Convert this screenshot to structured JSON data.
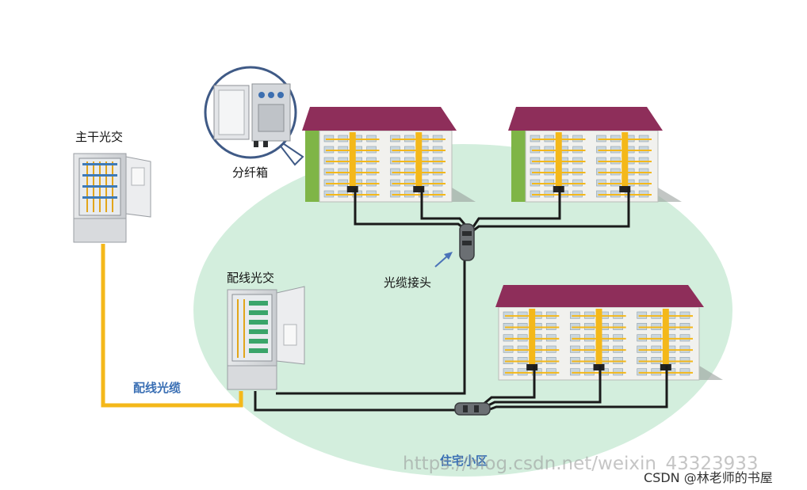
{
  "labels": {
    "main_cabinet": "主干光交",
    "splitter_box": "分纤箱",
    "distribution_cabinet": "配线光交",
    "splice_closure": "光缆接头",
    "distribution_cable": "配线光缆",
    "residential_area": "住宅小区"
  },
  "watermark": "https://blog.csdn.net/weixin_43323933",
  "credit": "CSDN @林老师的书屋",
  "colors": {
    "area": "#d3eedd",
    "roof": "#8e2e5a",
    "wall": "#f1f1ee",
    "side_wall": "#7fb547",
    "yellow_cable": "#f4b81a",
    "black_cable": "#1a1a1a",
    "window": "#c9d6de",
    "label_blue": "#3a6fb4"
  },
  "buildings": [
    {
      "id": "b1",
      "columns": 2,
      "floors": 6
    },
    {
      "id": "b2",
      "columns": 2,
      "floors": 6
    },
    {
      "id": "b3",
      "columns": 3,
      "floors": 6
    }
  ]
}
